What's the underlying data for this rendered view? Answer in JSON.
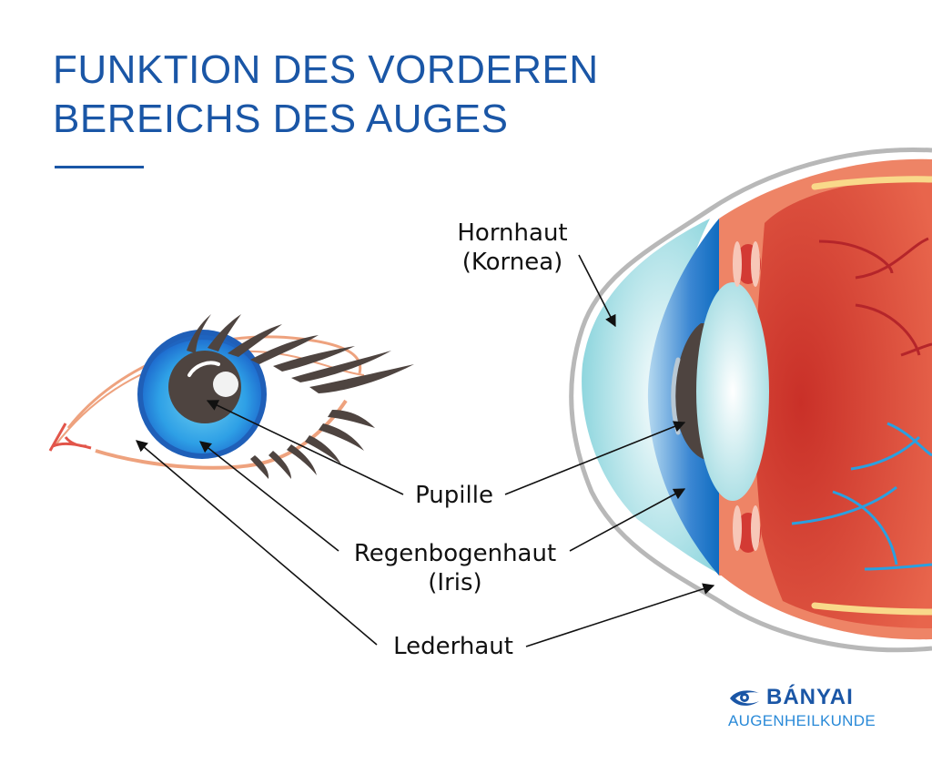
{
  "title": {
    "line1": "FUNKTION DES VORDEREN",
    "line2": "BEREICHS DES AUGES"
  },
  "labels": {
    "cornea": {
      "line1": "Hornhaut",
      "line2": "(Kornea)"
    },
    "pupil": "Pupille",
    "iris": {
      "line1": "Regenbogenhaut",
      "line2": "(Iris)"
    },
    "sclera": "Lederhaut"
  },
  "logo": {
    "name": "BÁNYAI",
    "subtitle": "AUGENHEILKUNDE"
  },
  "colors": {
    "title_blue": "#1a56a6",
    "iris_blue": "#1f7fd6",
    "cornea_cyan": "#9fdfe6",
    "sclera_orange": "#ee8466",
    "retina_red": "#d9443a",
    "pupil_brown": "#4e4440"
  }
}
